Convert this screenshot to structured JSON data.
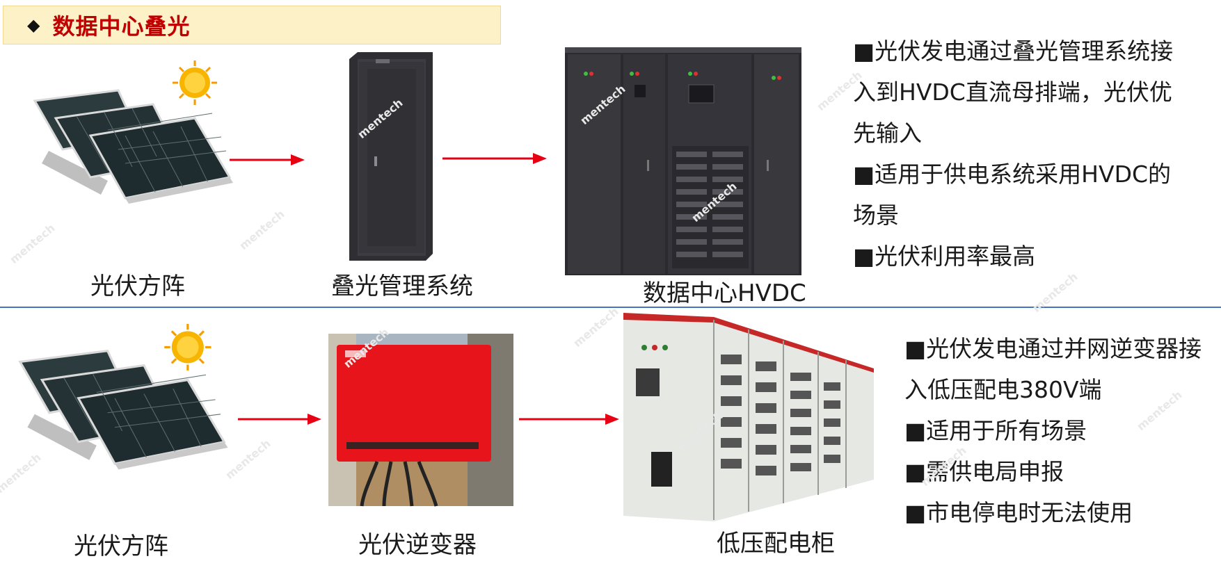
{
  "header": {
    "title": "数据中心叠光",
    "bullet_icon": "diamond-icon"
  },
  "top": {
    "captions": {
      "pv_array": "光伏方阵",
      "management": "叠光管理系统",
      "hvdc": "数据中心HVDC"
    },
    "bullets": [
      "■光伏发电通过叠光管理系统接",
      "入到HVDC直流母排端，光伏优",
      "先输入",
      "■适用于供电系统采用HVDC的",
      "场景",
      "■光伏利用率最高"
    ]
  },
  "bottom": {
    "captions": {
      "pv_array": "光伏方阵",
      "inverter": "光伏逆变器",
      "cabinet": "低压配电柜"
    },
    "bullets": [
      "■光伏发电通过并网逆变器接",
      "入低压配电380V端",
      "■适用于所有场景",
      "■需供电局申报",
      "■市电停电时无法使用"
    ]
  },
  "watermark": "mentech",
  "colors": {
    "title": "#c00000",
    "title_bg": "#fdf1c8",
    "arrow": "#e60012",
    "divider": "#4472c4",
    "inverter": "#e8141b"
  }
}
